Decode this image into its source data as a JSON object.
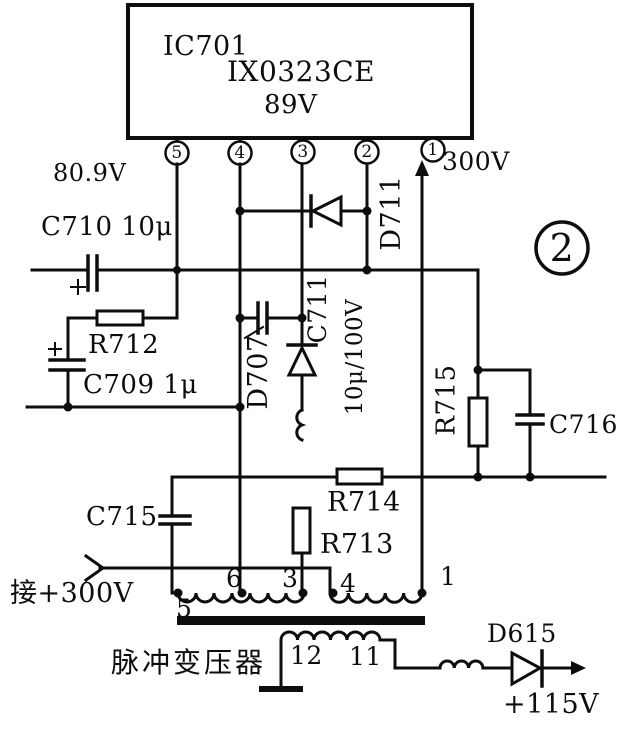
{
  "figure_number": "2",
  "ic": {
    "ref": "IC701",
    "part": "IX0323CE",
    "voltage": "89V",
    "pins": [
      "5",
      "4",
      "3",
      "2",
      "1"
    ]
  },
  "labels": {
    "pin5_voltage": "80.9V",
    "pin1_voltage": "300V",
    "c710": "C710  10μ",
    "r712": "R712",
    "c709": "C709  1μ",
    "d711": "D711",
    "d707": "D707",
    "c711": "C711",
    "c711_value": "10μ/100V",
    "r715": "R715",
    "c716": "C716",
    "r714": "R714",
    "r713": "R713",
    "c715": "C715",
    "input": "接+300V",
    "transformer_name": "脉冲变压器",
    "d615": "D615",
    "output_voltage": "+115V"
  },
  "transformer": {
    "primary_terminals": [
      "5",
      "6",
      "3",
      "4",
      "1"
    ],
    "secondary_terminals": [
      "12",
      "11"
    ]
  }
}
